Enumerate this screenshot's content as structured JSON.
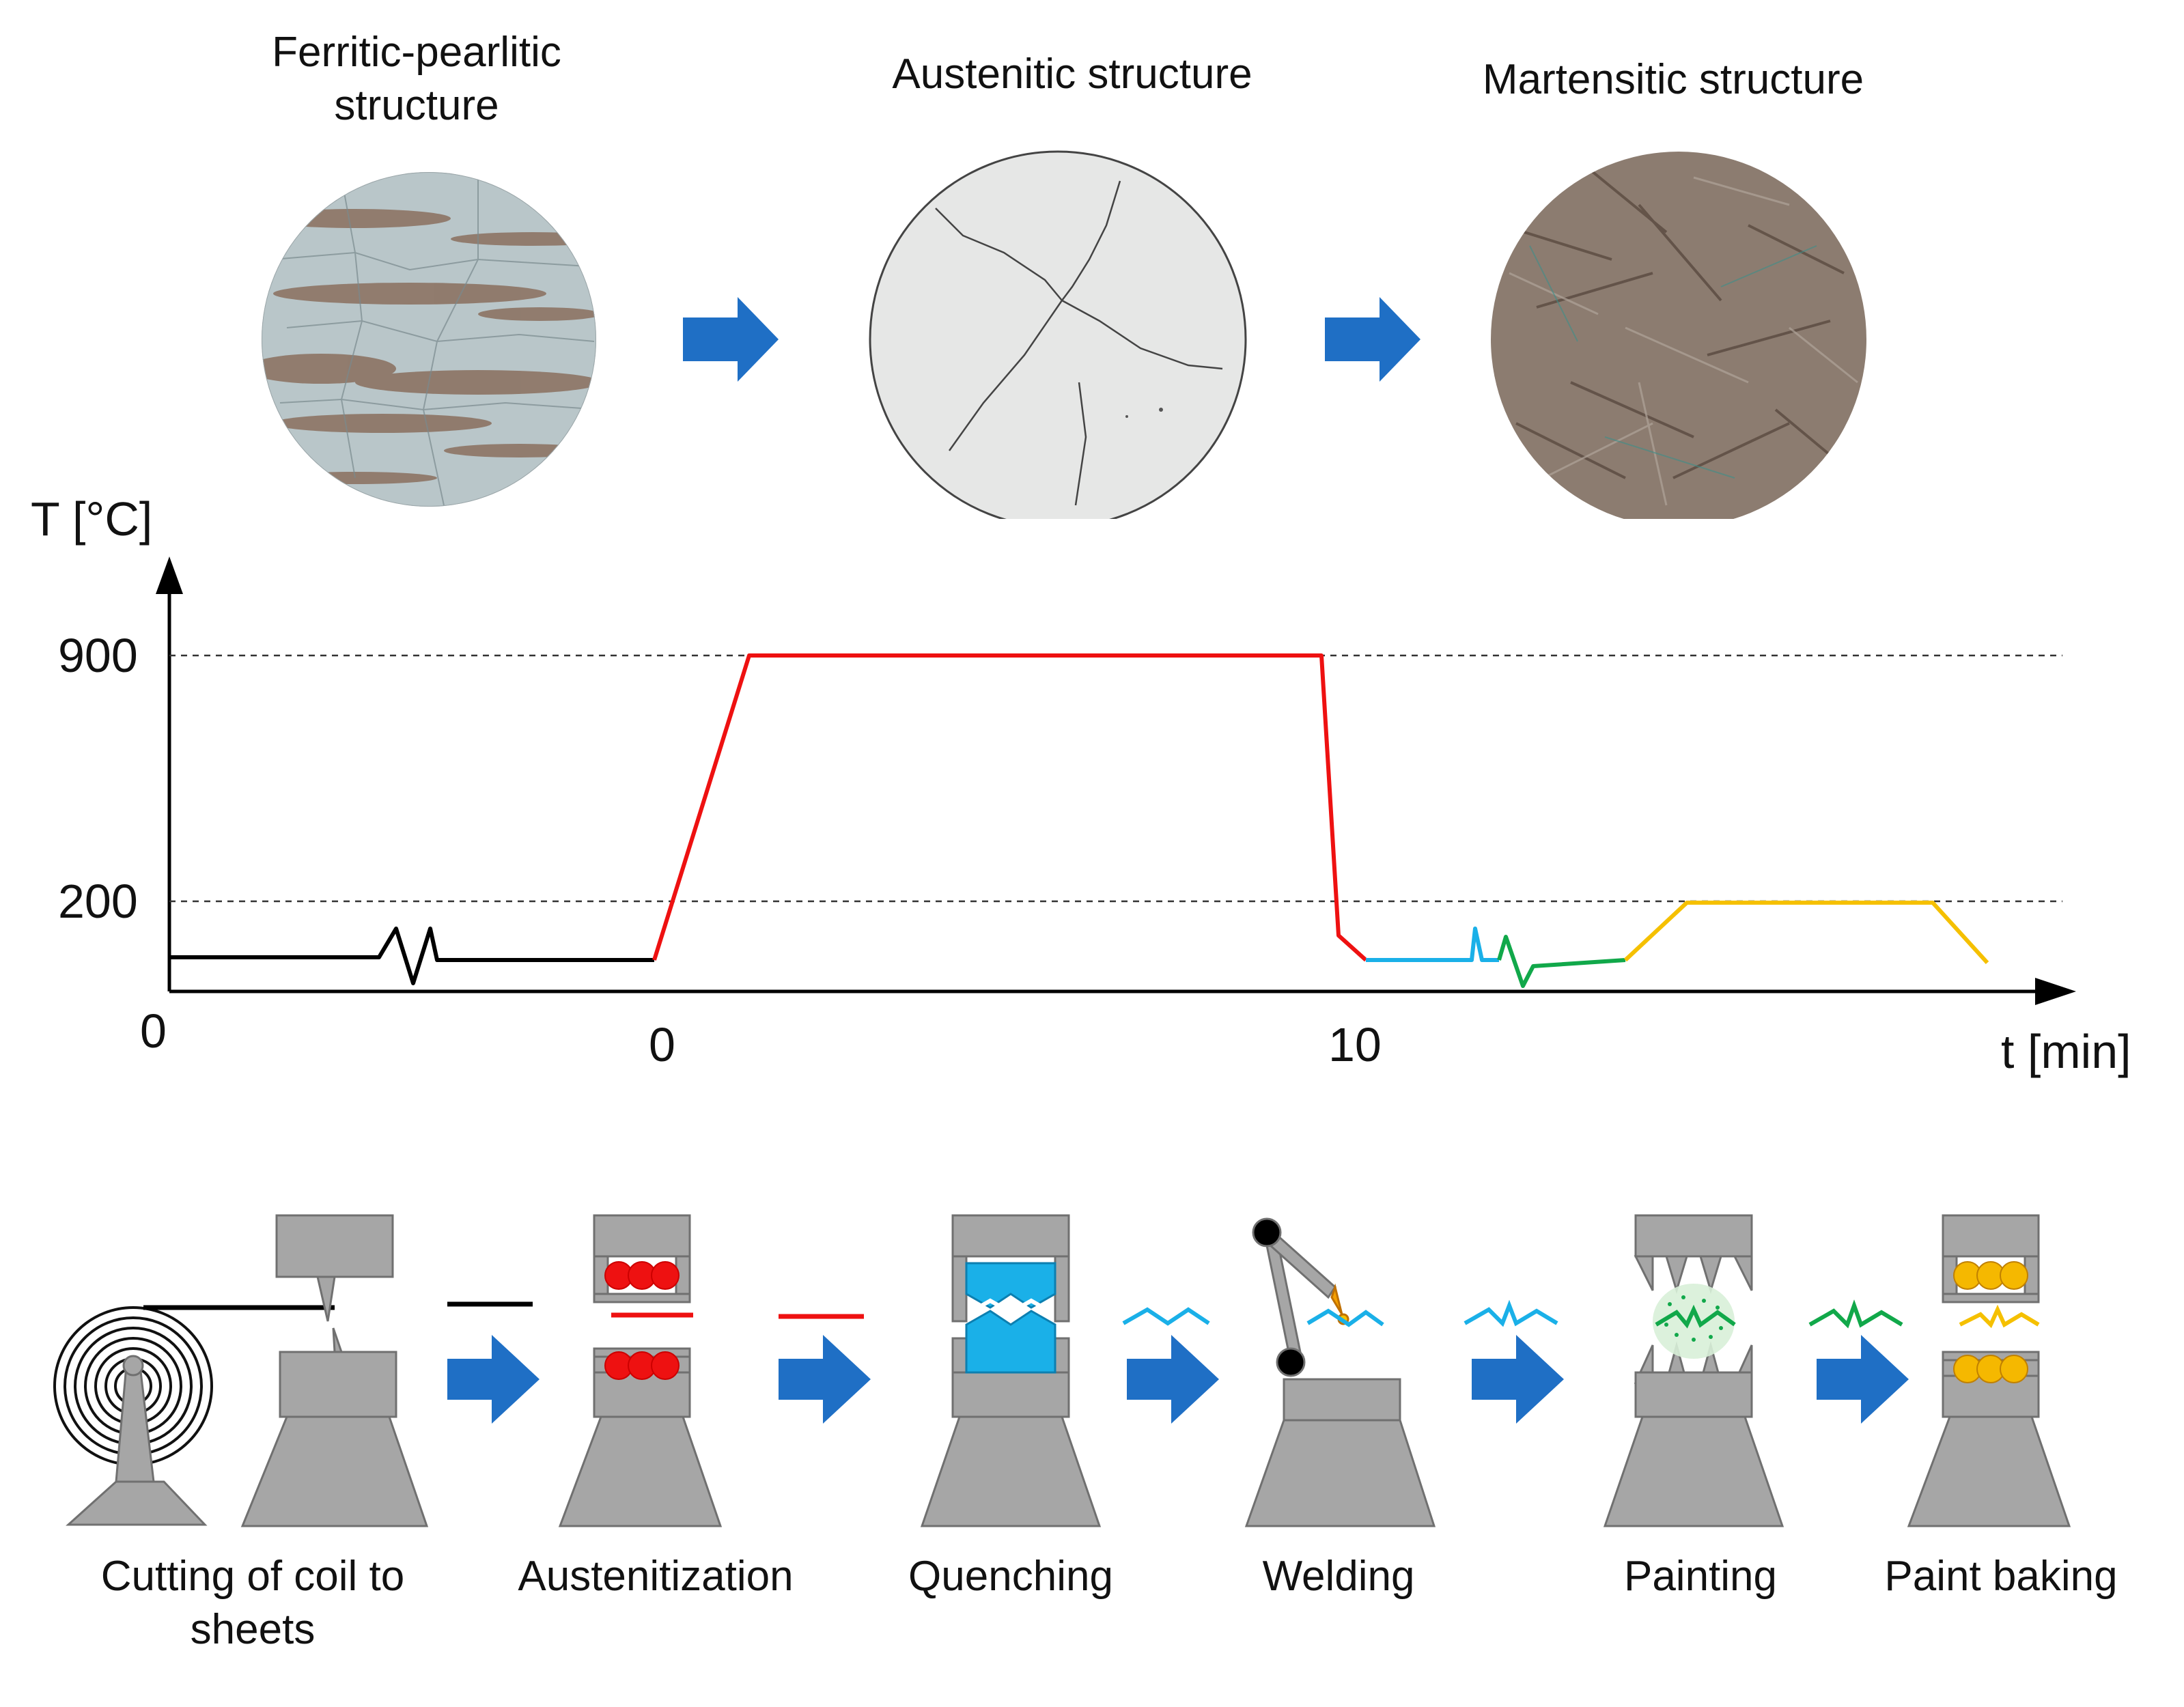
{
  "structures": [
    {
      "label_line1": "Ferritic-pearlitic",
      "label_line2": "structure"
    },
    {
      "label_line1": "Austenitic structure"
    },
    {
      "label_line1": "Martensitic structure"
    }
  ],
  "graph": {
    "y_axis_label": "T [°C]",
    "x_axis_label": "t [min]",
    "y_ticks": [
      "900",
      "200"
    ],
    "x_ticks": [
      "0",
      "0",
      "10"
    ]
  },
  "steps": [
    {
      "label_line1": "Cutting of coil to",
      "label_line2": "sheets"
    },
    {
      "label_line1": "Austenitization"
    },
    {
      "label_line1": "Quenching"
    },
    {
      "label_line1": "Welding"
    },
    {
      "label_line1": "Painting"
    },
    {
      "label_line1": "Paint baking"
    }
  ],
  "colors": {
    "arrow_blue": "#1f6fc5",
    "heating_red": "#ee1111",
    "quench_cyan": "#1ab0e8",
    "paint_green": "#11a84a",
    "baking_yellow": "#f5c000",
    "machine_gray": "#a6a6a6"
  },
  "icons": [
    "arrow-right-icon",
    "coil-icon",
    "press-icon",
    "robot-arm-icon"
  ]
}
